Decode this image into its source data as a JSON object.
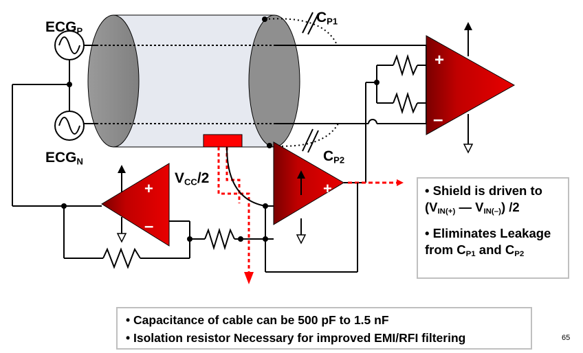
{
  "labels": {
    "ecg_p_main": "ECG",
    "ecg_p_sub": "P",
    "ecg_n_main": "ECG",
    "ecg_n_sub": "N",
    "cp1_main": "C",
    "cp1_sub": "P1",
    "cp2_main": "C",
    "cp2_sub": "P2",
    "vcc_main": "V",
    "vcc_sub": "CC",
    "vcc_tail": "/2",
    "plus": "+",
    "minus": "–"
  },
  "notes": {
    "item1_line1": "• Shield is driven to",
    "item1_open": "(V",
    "item1_sub_a": "IN(+)",
    "item1_dash": " — V",
    "item1_sub_b": "IN(–)",
    "item1_close": ") /2",
    "item2_line1": "• Eliminates Leakage",
    "item2_from": "from C",
    "item2_sub_a": "P1",
    "item2_and": " and C",
    "item2_sub_b": "P2"
  },
  "bullets": [
    "Capacitance of cable can be 500 pF to 1.5 nF",
    "Isolation resistor Necessary for improved EMI/RFI filtering"
  ],
  "bullet_glyph": "•",
  "page_number": "65",
  "colors": {
    "opamp_red": "#cc0000",
    "opamp_dark": "#7a0000",
    "shield_red": "#ff0000",
    "cable_light": "#e6e9f0",
    "cable_end_grey": "#8f8f8f",
    "box_border": "#bfbfbf"
  }
}
